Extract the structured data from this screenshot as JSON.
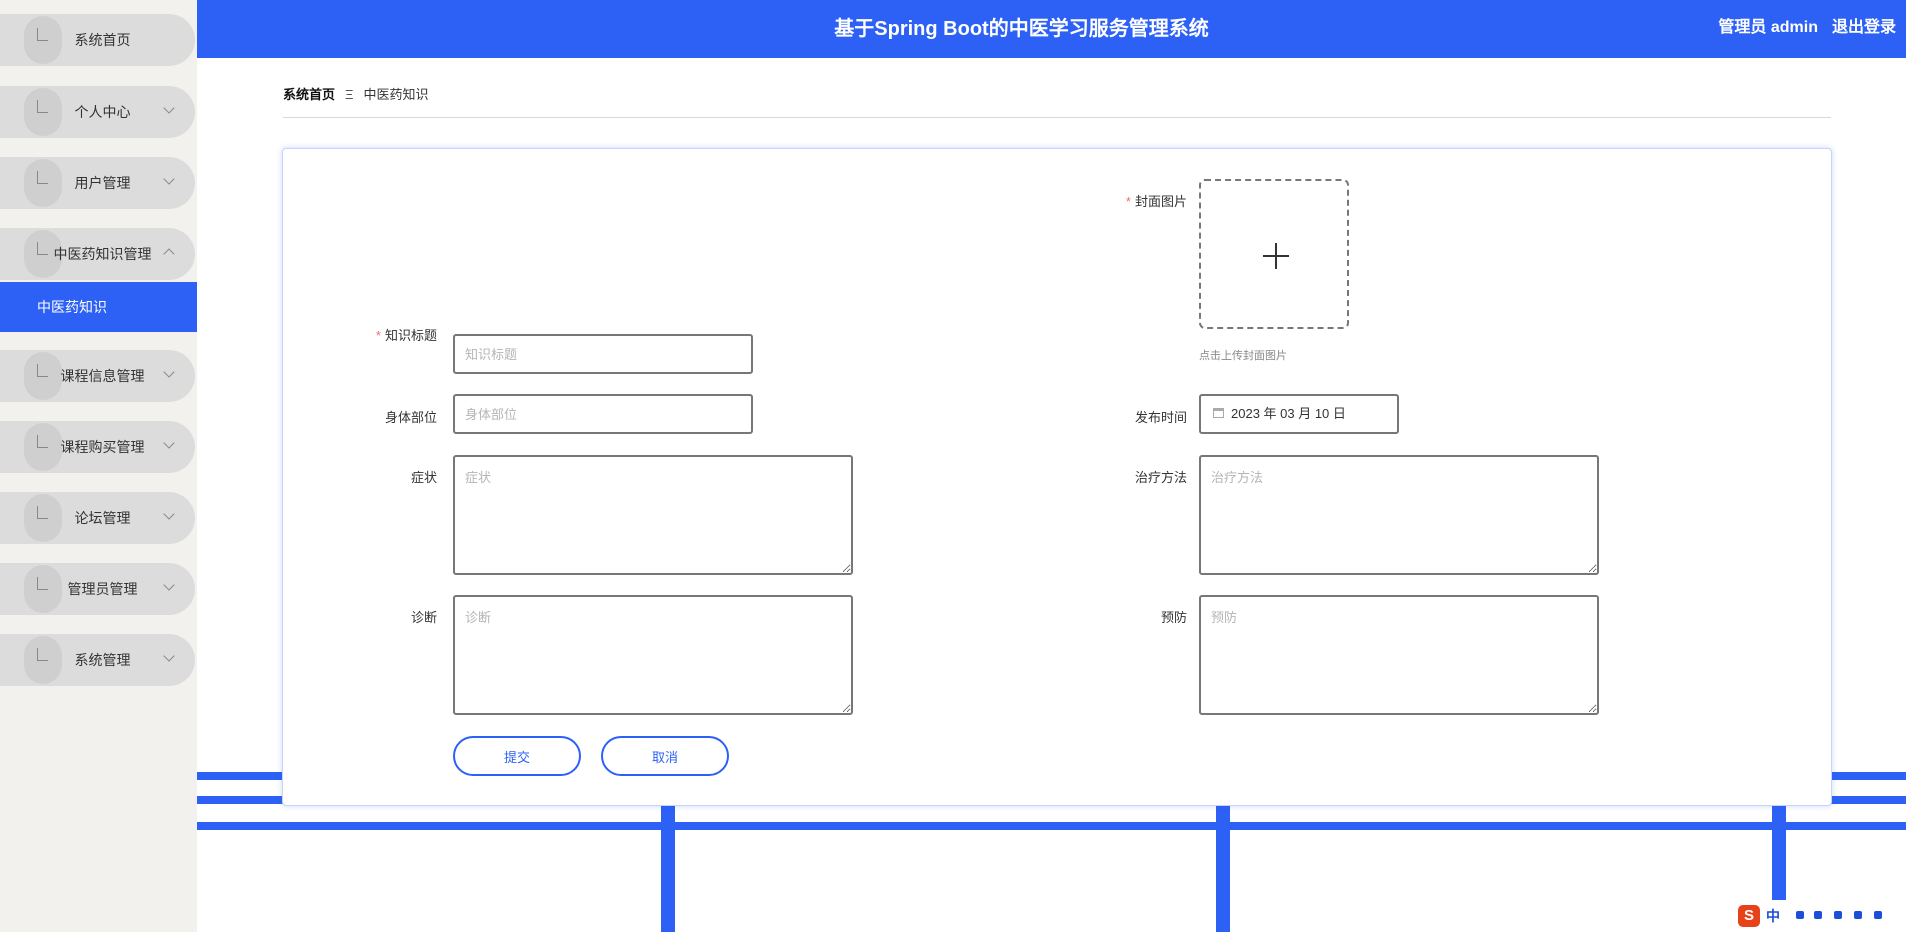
{
  "header": {
    "title": "基于Spring Boot的中医学习服务管理系统",
    "user": "管理员 admin",
    "logout": "退出登录"
  },
  "sidebar": {
    "items": [
      {
        "label": "系统首页"
      },
      {
        "label": "个人中心"
      },
      {
        "label": "用户管理"
      },
      {
        "label": "中医药知识管理"
      },
      {
        "label": "课程信息管理"
      },
      {
        "label": "课程购买管理"
      },
      {
        "label": "论坛管理"
      },
      {
        "label": "管理员管理"
      },
      {
        "label": "系统管理"
      }
    ],
    "active_sub": "中医药知识"
  },
  "breadcrumb": {
    "home": "系统首页",
    "separator": "Ξ",
    "current": "中医药知识"
  },
  "form": {
    "cover_label": "封面图片",
    "cover_hint": "点击上传封面图片",
    "title_label": "知识标题",
    "title_placeholder": "知识标题",
    "body_part_label": "身体部位",
    "body_part_placeholder": "身体部位",
    "publish_time_label": "发布时间",
    "publish_time_value": "2023 年 03 月 10 日",
    "symptom_label": "症状",
    "symptom_placeholder": "症状",
    "treatment_label": "治疗方法",
    "treatment_placeholder": "治疗方法",
    "diagnosis_label": "诊断",
    "diagnosis_placeholder": "诊断",
    "prevention_label": "预防",
    "prevention_placeholder": "预防",
    "submit": "提交",
    "cancel": "取消"
  },
  "ime": {
    "logo": "S",
    "mode": "中"
  },
  "colors": {
    "primary": "#2d61f5",
    "required": "#f56c6c",
    "sidebar_bg": "#f2f1ed"
  }
}
